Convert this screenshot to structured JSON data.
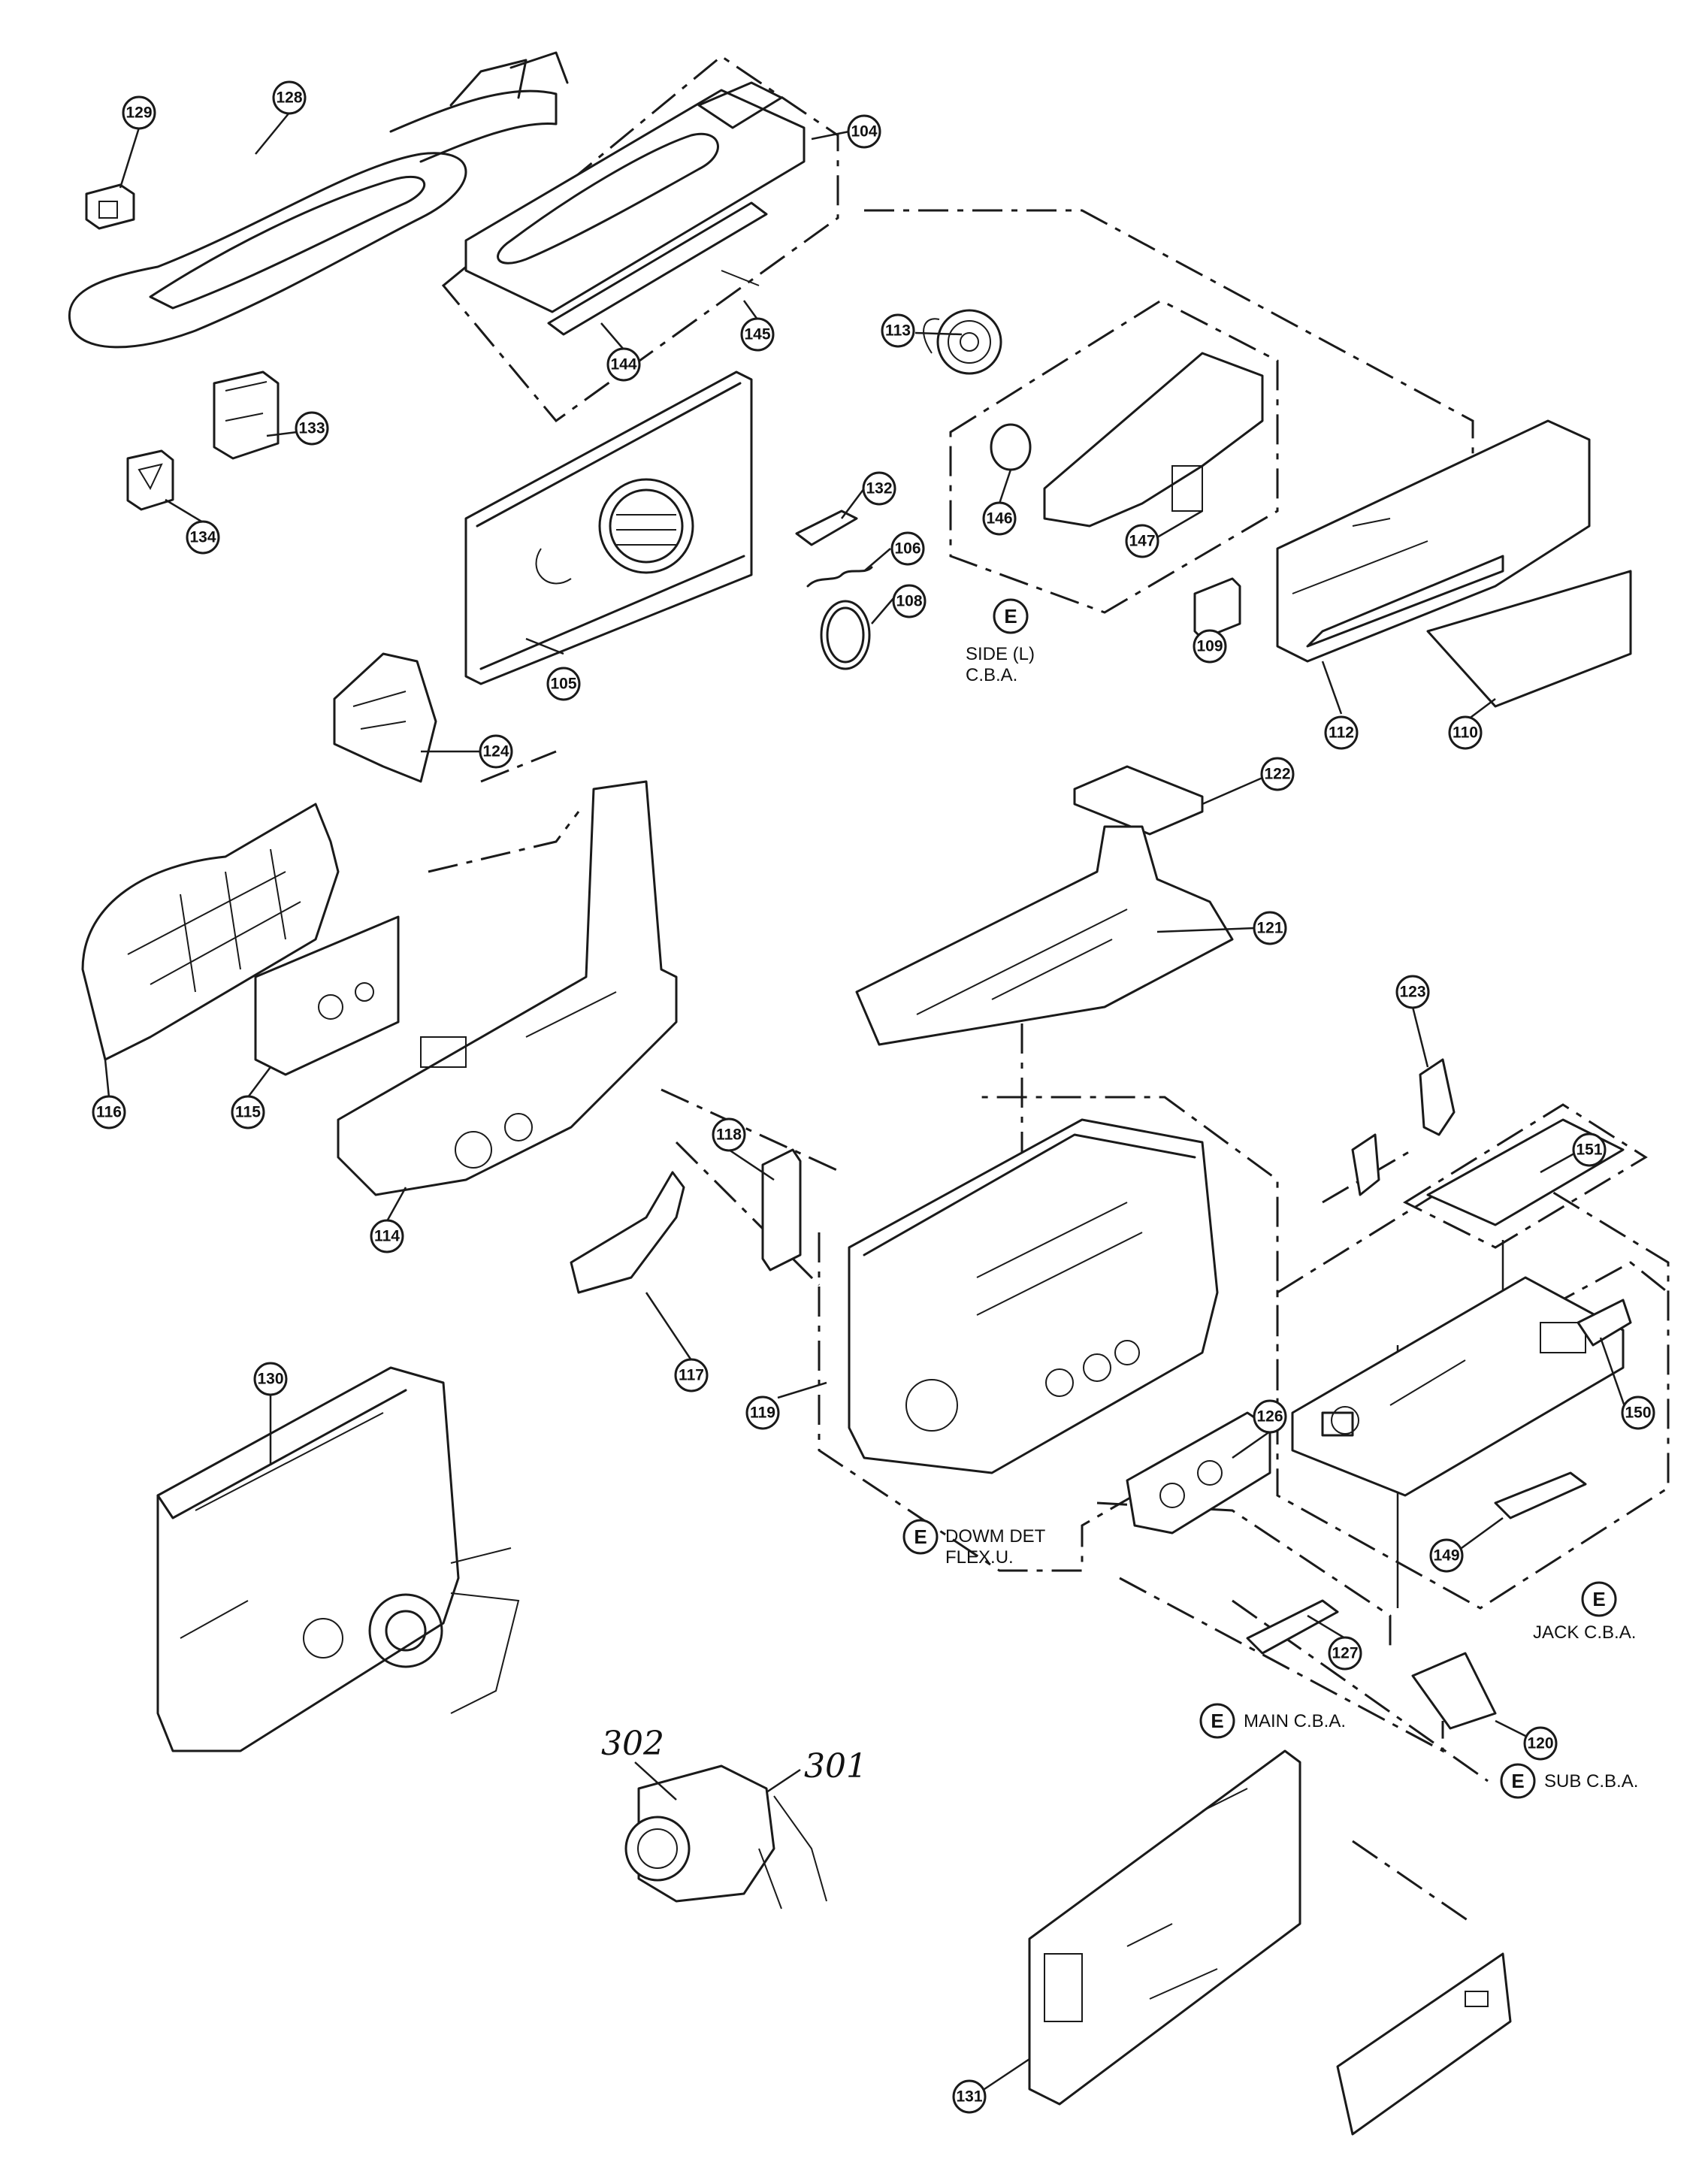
{
  "callouts": [
    "104",
    "105",
    "106",
    "108",
    "109",
    "110",
    "112",
    "113",
    "114",
    "115",
    "116",
    "117",
    "118",
    "119",
    "120",
    "121",
    "122",
    "123",
    "124",
    "126",
    "127",
    "128",
    "129",
    "130",
    "131",
    "132",
    "133",
    "134",
    "144",
    "145",
    "146",
    "147",
    "149",
    "150",
    "151"
  ],
  "e_marker": "E",
  "labels": {
    "side_l_line1": "SIDE (L)",
    "side_l_line2": "C.B.A.",
    "dowm_det_line1": "DOWM DET",
    "dowm_det_line2": "FLEX.U.",
    "jack_cba": "JACK C.B.A.",
    "main_cba": "MAIN C.B.A.",
    "sub_cba": "SUB C.B.A."
  },
  "handwritten": {
    "part_302": "302",
    "part_301": "301"
  }
}
